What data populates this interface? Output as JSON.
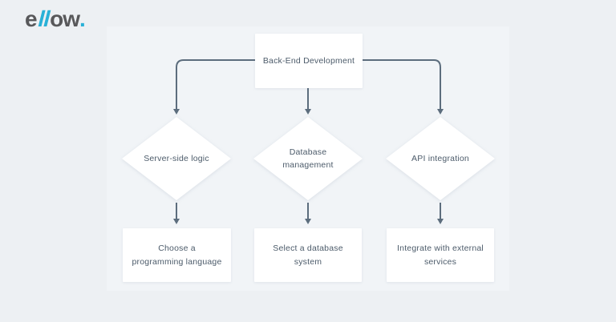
{
  "page": {
    "background_color": "#edf0f3",
    "panel_background_color": "#f1f4f7"
  },
  "logo": {
    "part_e": "e",
    "slashes": "ll",
    "part_ow": "ow",
    "dot": ".",
    "text_color": "#58585a",
    "accent_color": "#29b1d7"
  },
  "flowchart": {
    "line_color": "#5c6d7d",
    "node_background_color": "#ffffff",
    "node_text_color": "#4c5b6a",
    "root": {
      "label": "Back-End Development"
    },
    "decisions": [
      {
        "label": "Server-side logic"
      },
      {
        "label": "Database management"
      },
      {
        "label": "API integration"
      }
    ],
    "actions": [
      {
        "label": "Choose a programming language"
      },
      {
        "label": "Select a database system"
      },
      {
        "label": "Integrate with external services"
      }
    ]
  }
}
